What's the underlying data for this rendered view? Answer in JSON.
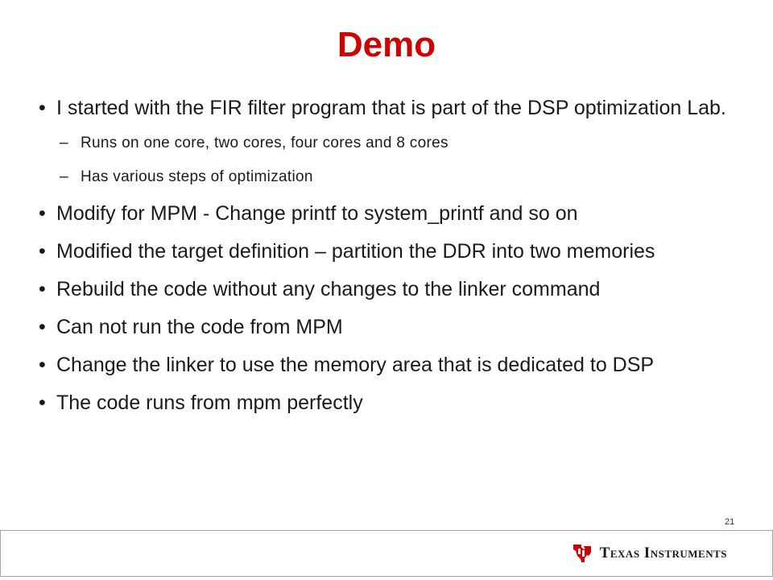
{
  "slide": {
    "title": "Demo",
    "bullets": [
      {
        "text": "I started with the FIR filter program that is part of the DSP optimization Lab."
      },
      {
        "text": "Modify for MPM  - Change printf to system_printf and so on"
      },
      {
        "text": "Modified the target definition – partition the DDR into two memories"
      },
      {
        "text": "Rebuild the code without any changes to the linker command"
      },
      {
        "text": "Can not run the code from MPM"
      },
      {
        "text": "Change the linker to use the memory area that is dedicated to DSP"
      },
      {
        "text": "The code runs from mpm perfectly"
      }
    ],
    "sub_bullets": [
      {
        "text": "Runs on one core, two cores, four cores and 8 cores"
      },
      {
        "text": "Has various steps of optimization"
      }
    ],
    "bullet_glyph": "•",
    "dash_glyph": "–",
    "page_number": "21"
  },
  "footer": {
    "logo_text": "Texas Instruments",
    "logo_icon": "texas-instruments-logo-icon",
    "logo_color": "#cc0000"
  },
  "colors": {
    "title": "#cc0000",
    "text": "#1a1a1a",
    "footer_border": "#a6a6a6"
  }
}
